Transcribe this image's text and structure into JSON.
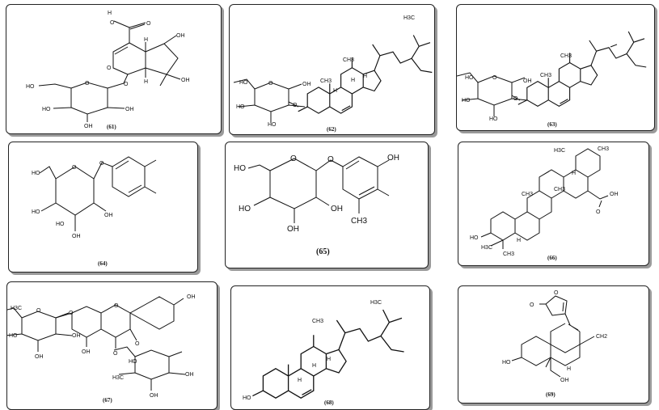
{
  "panels": [
    {
      "label": "(61)",
      "atoms": [
        "H",
        "O",
        "O",
        "OH",
        "H",
        "O",
        "H",
        "OH",
        "HO",
        "O",
        "HO",
        "OH",
        "OH",
        "O"
      ]
    },
    {
      "label": "(62)",
      "atoms": [
        "H3C",
        "HO",
        "OH",
        "HO",
        "O",
        "O",
        "HO",
        "CH3",
        "CH3",
        "H",
        "H",
        "H"
      ]
    },
    {
      "label": "(63)",
      "atoms": [
        "HO",
        "OH",
        "HO",
        "O",
        "O",
        "HO",
        "CH3",
        "CH3"
      ]
    },
    {
      "label": "(64)",
      "atoms": [
        "HO",
        "O",
        "O",
        "HO",
        "HO",
        "OH",
        "OH"
      ]
    },
    {
      "label": "(65)",
      "atoms": [
        "HO",
        "O",
        "O",
        "HO",
        "OH",
        "OH",
        "OH",
        "CH3"
      ]
    },
    {
      "label": "(66)",
      "atoms": [
        "H3C",
        "OH",
        "O",
        "CH3",
        "CH3",
        "CH3",
        "HO",
        "H3C",
        "CH3",
        "H",
        "H"
      ]
    },
    {
      "label": "(67)",
      "atoms": [
        "OH",
        "H3C",
        "O",
        "O",
        "O",
        "HO",
        "OH",
        "OH",
        "OH",
        "O",
        "O",
        "H3C",
        "OH",
        "OH",
        "HO"
      ]
    },
    {
      "label": "(68)",
      "atoms": [
        "H3C",
        "CH3",
        "HO",
        "H",
        "H",
        "H"
      ]
    },
    {
      "label": "(69)",
      "atoms": [
        "O",
        "O",
        "CH2",
        "HO",
        "OH",
        "H"
      ]
    }
  ]
}
